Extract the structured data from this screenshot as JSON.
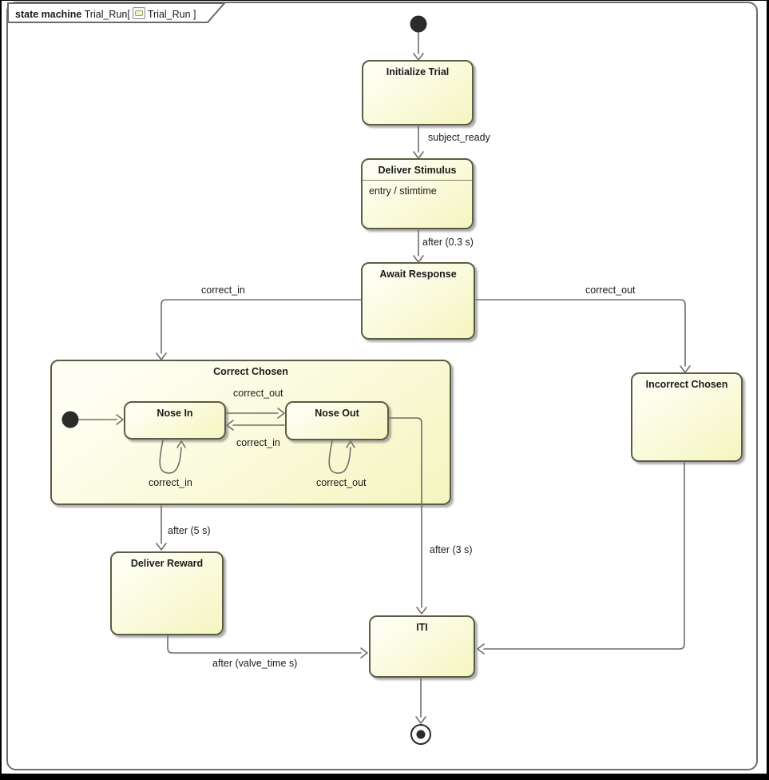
{
  "tab": {
    "kind": "state machine",
    "name": "Trial_Run[",
    "ref": "Trial_Run",
    "close": "]"
  },
  "states": {
    "initialize_trial": {
      "label": "Initialize Trial"
    },
    "deliver_stimulus": {
      "label": "Deliver Stimulus",
      "entry_action": "entry / stimtime"
    },
    "await_response": {
      "label": "Await Response"
    },
    "correct_chosen": {
      "label": "Correct Chosen"
    },
    "nose_in": {
      "label": "Nose In"
    },
    "nose_out": {
      "label": "Nose Out"
    },
    "incorrect_chosen": {
      "label": "Incorrect Chosen"
    },
    "deliver_reward": {
      "label": "Deliver Reward"
    },
    "iti": {
      "label": "ITI"
    }
  },
  "transitions": {
    "subject_ready": "subject_ready",
    "after_0_3_s": "after (0.3 s)",
    "correct_in_main": "correct_in",
    "correct_out_main": "correct_out",
    "correct_out_inner": "correct_out",
    "correct_in_inner": "correct_in",
    "correct_in_self": "correct_in",
    "correct_out_self": "correct_out",
    "after_5_s": "after (5 s)",
    "after_3_s": "after (3 s)",
    "after_valve_time": "after (valve_time s)"
  },
  "colors": {
    "state_border": "#5c5c45",
    "frame_border": "#6b6b6b",
    "line": "#6e6e6e",
    "node": "#2b2b2b",
    "text": "#1a1a1a",
    "state_fill_light": "#fefef2",
    "state_fill_dark": "#f5f5c0"
  }
}
